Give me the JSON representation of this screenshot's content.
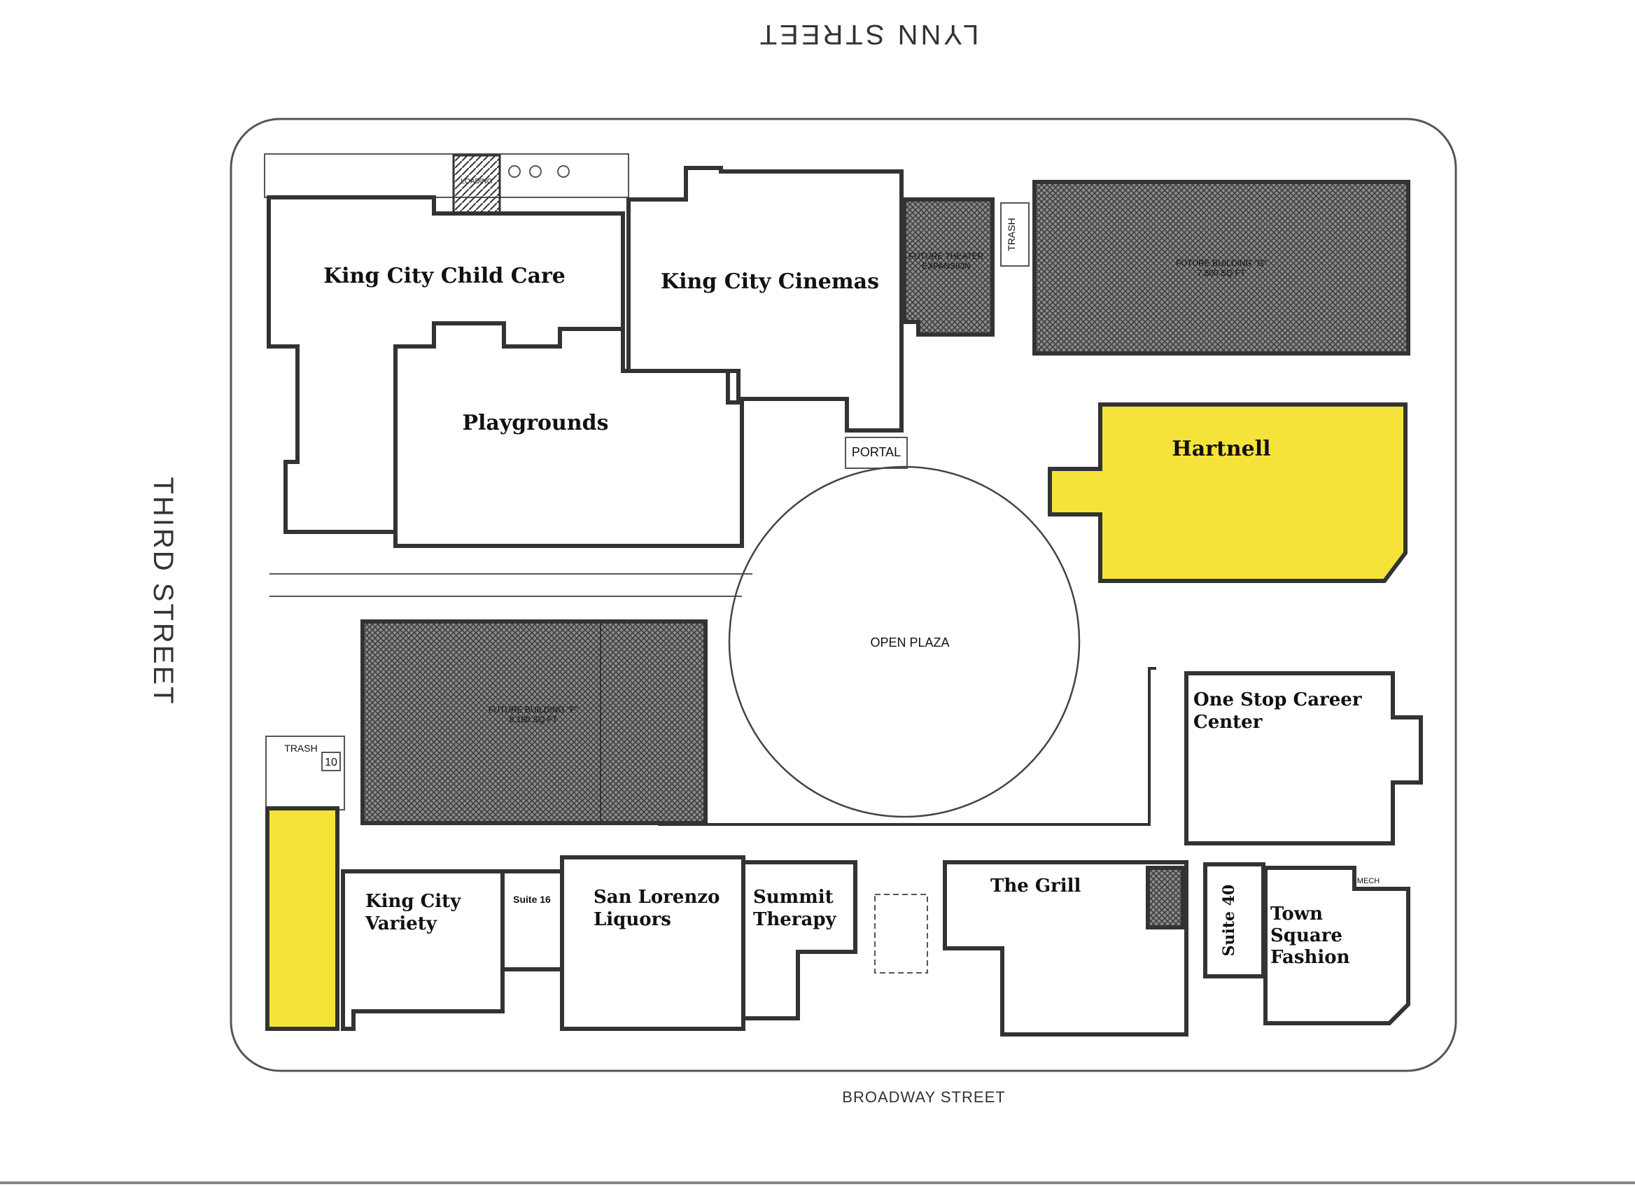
{
  "streets": {
    "top": "LYNN STREET",
    "left": "THIRD STREET",
    "bottom": "BROADWAY STREET"
  },
  "tenants": {
    "child_care": "King City Child Care",
    "cinemas": "King City Cinemas",
    "playgrounds": "Playgrounds",
    "hartnell": "Hartnell",
    "career_line1": "One Stop Career",
    "career_line2": "Center",
    "variety_line1": "King City",
    "variety_line2": "Variety",
    "liquors_line1": "San Lorenzo",
    "liquors_line2": "Liquors",
    "therapy_line1": "Summit",
    "therapy_line2": "Therapy",
    "grill": "The Grill",
    "fashion_line1": "Town",
    "fashion_line2": "Square",
    "fashion_line3": "Fashion",
    "suite16": "Suite 16",
    "suite40": "Suite 40"
  },
  "features": {
    "portal": "PORTAL",
    "open_plaza": "OPEN PLAZA",
    "future_theater_line1": "FUTURE THEATER",
    "future_theater_line2": "EXPANSION",
    "future_g_line1": "FUTURE BUILDING \"G\"",
    "future_g_line2": "7,800 SQ FT",
    "future_f_line1": "FUTURE BUILDING \"F\"",
    "future_f_line2": "8,160 SQ FT",
    "trash": "TRASH",
    "trash_num": "10",
    "loading": "LOADING",
    "mech": "MECH"
  },
  "colors": {
    "highlight": "#f6e33a",
    "future_hatch": "#555555"
  }
}
